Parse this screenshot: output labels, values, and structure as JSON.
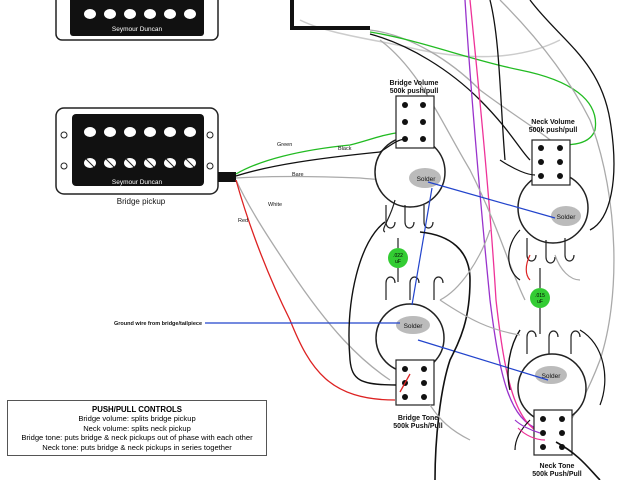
{
  "diagram": {
    "top_pickup": {
      "brand": "Seymour Duncan"
    },
    "bridge_pickup": {
      "brand": "Seymour Duncan",
      "label": "Bridge pickup"
    },
    "wires": {
      "green": "Green",
      "black": "Black",
      "bare": "Bare",
      "white": "White",
      "red": "Red"
    },
    "ground_label": "Ground wire from bridge/tailpiece",
    "bridge_volume": {
      "line1": "Bridge Volume",
      "line2": "500k push/pull"
    },
    "neck_volume": {
      "line1": "Neck Volume",
      "line2": "500k push/pull"
    },
    "bridge_tone": {
      "line1": "Bridge Tone",
      "line2": "500k Push/Pull"
    },
    "neck_tone": {
      "line1": "Neck Tone",
      "line2": "500k Push/Pull"
    },
    "solder": "Solder",
    "cap_bridge": {
      "line1": ".022",
      "line2": "uF"
    },
    "cap_neck": {
      "line1": ".015",
      "line2": "uF"
    },
    "colors": {
      "green_wire": "#22bb22",
      "red_wire": "#dd2222",
      "blue_wire": "#2244cc",
      "purple_wire": "#9933cc",
      "pink_wire": "#ee3399",
      "cap": "#33cc33"
    }
  },
  "legend": {
    "title": "PUSH/PULL CONTROLS",
    "lines": [
      "Bridge volume: splits bridge pickup",
      "Neck volume: splits neck pickup",
      "Bridge tone: puts bridge & neck pickups out of phase with each other",
      "Neck tone: puts bridge & neck pickups in series together"
    ]
  }
}
